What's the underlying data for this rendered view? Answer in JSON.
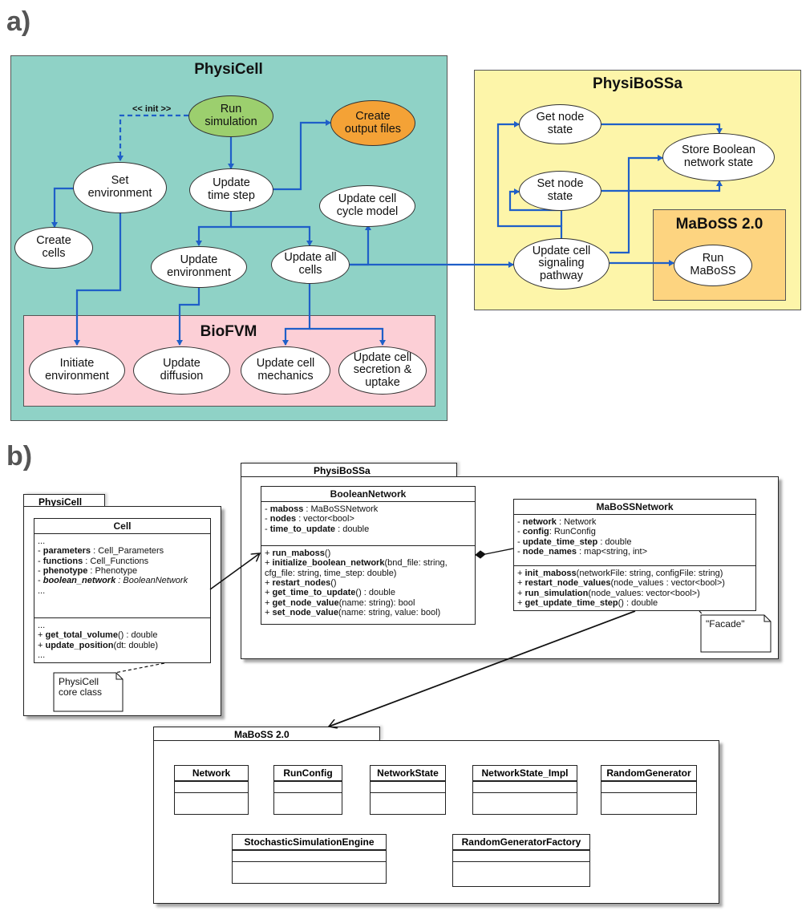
{
  "panel_labels": {
    "a": "a)",
    "b": "b)"
  },
  "flow": {
    "regions": {
      "physicell": "PhysiCell",
      "physibossa": "PhysiBoSSa",
      "maboss": "MaBoSS 2.0",
      "biofvm": "BioFVM"
    },
    "colors": {
      "physicell": "#8fd2c6",
      "physibossa": "#fdf5a9",
      "maboss": "#fdd480",
      "biofvm": "#fccfd6",
      "arrow": "#1f5fc8"
    },
    "init_label": "<< init >>",
    "nodes": {
      "run_simulation": "Run\nsimulation",
      "create_output": "Create\noutput files",
      "set_environment": "Set\nenvironment",
      "update_time_step": "Update\ntime step",
      "update_cell_cycle": "Update cell\ncycle model",
      "create_cells": "Create\ncells",
      "update_environment": "Update\nenvironment",
      "update_all_cells": "Update all\ncells",
      "initiate_environment": "Initiate\nenvironment",
      "update_diffusion": "Update\ndiffusion",
      "update_mechanics": "Update cell\nmechanics",
      "update_secretion": "Update cell\nsecretion &\nuptake",
      "get_node_state": "Get node\nstate",
      "set_node_state": "Set node\nstate",
      "store_boolean": "Store Boolean\nnetwork state",
      "update_signaling": "Update cell\nsignaling\npathway",
      "run_maboss": "Run\nMaBoSS"
    }
  },
  "uml": {
    "physicell_pkg": "PhysiCell",
    "physibossa_pkg": "PhysiBoSSa",
    "maboss_pkg": "MaBoSS 2.0",
    "cell": {
      "name": "Cell",
      "ellipsis": "...",
      "attrs": [
        {
          "name": "parameters",
          "type": " : Cell_Parameters"
        },
        {
          "name": "functions",
          "type": " : Cell_Functions"
        },
        {
          "name": "phenotype",
          "type": " : Phenotype"
        },
        {
          "name": "boolean_network",
          "type": " : BooleanNetwork"
        }
      ],
      "ops": [
        {
          "name": "get_total_volume",
          "sig": "() : double"
        },
        {
          "name": "update_position",
          "sig": "(dt: double)"
        }
      ],
      "prefix": "- ",
      "op_prefix": "+ "
    },
    "cell_note": "PhysiCell\ncore class",
    "boolean_network": {
      "name": "BooleanNetwork",
      "attrs": [
        {
          "name": "maboss",
          "type": " : MaBoSSNetwork"
        },
        {
          "name": "nodes",
          "type": " : vector<bool>"
        },
        {
          "name": "time_to_update",
          "type": " : double"
        }
      ],
      "ops": [
        {
          "name": "run_maboss",
          "sig": "()"
        },
        {
          "name": "initialize_boolean_network",
          "sig": "(bnd_file: string,"
        },
        {
          "name": "",
          "sig": "cfg_file: string, time_step: double)"
        },
        {
          "name": "restart_nodes",
          "sig": "()"
        },
        {
          "name": "get_time_to_update",
          "sig": "() : double"
        },
        {
          "name": "get_node_value",
          "sig": "(name: string): bool"
        },
        {
          "name": "set_node_value",
          "sig": "(name: string, value: bool)"
        }
      ]
    },
    "maboss_network": {
      "name": "MaBoSSNetwork",
      "attrs": [
        {
          "name": "network",
          "type": " : Network"
        },
        {
          "name": "config",
          "type": ": RunConfig"
        },
        {
          "name": "update_time_step",
          "type": " : double"
        },
        {
          "name": "node_names",
          "type": " : map<string, int>"
        }
      ],
      "ops": [
        {
          "name": "init_maboss",
          "sig": "(networkFile: string, configFile: string)"
        },
        {
          "name": "restart_node_values",
          "sig": "(node_values : vector<bool>)"
        },
        {
          "name": "run_simulation",
          "sig": "(node_values: vector<bool>)"
        },
        {
          "name": "get_update_time_step",
          "sig": "() : double"
        }
      ]
    },
    "facade_note": "\"Facade\"",
    "maboss_classes": [
      "Network",
      "RunConfig",
      "NetworkState",
      "NetworkState_Impl",
      "RandomGenerator",
      "StochasticSimulationEngine",
      "RandomGeneratorFactory"
    ]
  }
}
